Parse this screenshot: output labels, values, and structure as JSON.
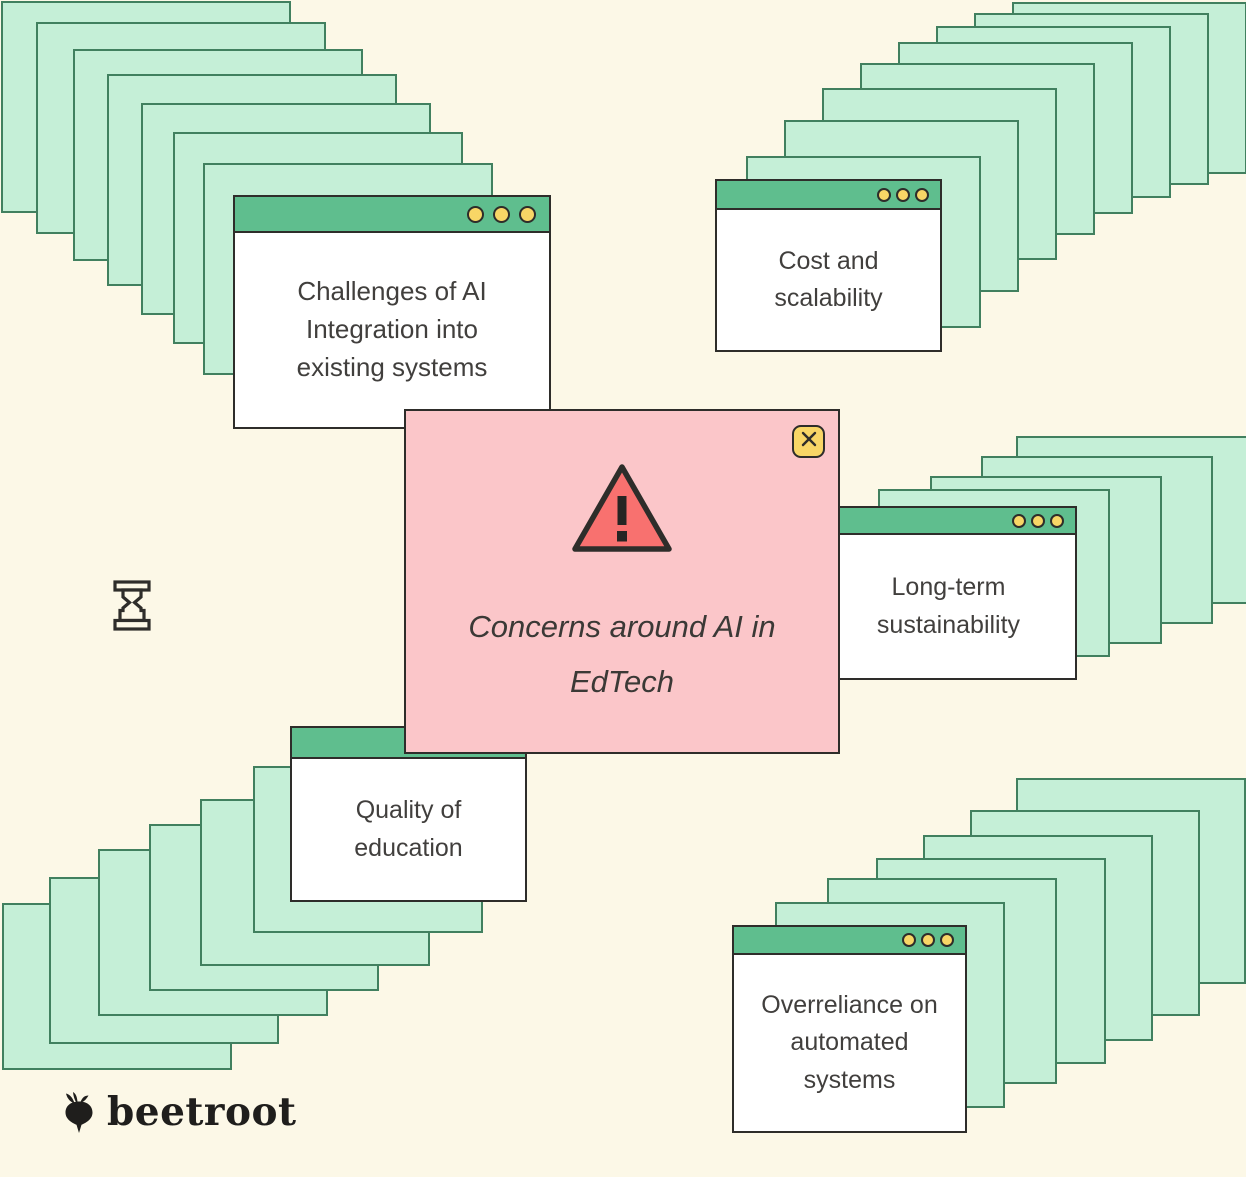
{
  "palette": {
    "bg": "#FCF8E7",
    "green_fill": "#C5EFD7",
    "green_border": "#41805F",
    "bar_green": "#5FBE8E",
    "ink": "#2E2D2A",
    "pink": "#FBC6C9",
    "red": "#F8716F",
    "yellow": "#F8D666",
    "text": "#413F3D",
    "logo_ink": "#1F1E1C"
  },
  "dialog": {
    "title": "Concerns around AI in EdTech",
    "icons": {
      "close": "close-x-button",
      "warning": "warning-triangle"
    }
  },
  "windows": {
    "top_left": {
      "label": "Challenges of AI Integration into existing systems"
    },
    "top_right": {
      "label": "Cost and scalability"
    },
    "middle_right": {
      "label": "Long-term sustainability"
    },
    "bottom_left": {
      "label": "Quality of education"
    },
    "bottom_right": {
      "label": "Overreliance on automated systems"
    }
  },
  "decorations": {
    "hourglass_icon": "hourglass",
    "titlebar_buttons": "three-yellow-circles"
  },
  "logo": {
    "text": "beetroot"
  }
}
